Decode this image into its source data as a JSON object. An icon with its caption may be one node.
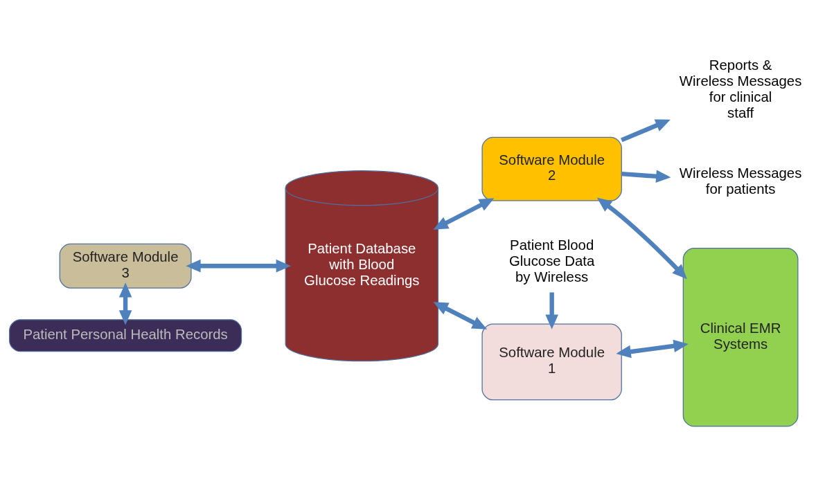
{
  "diagram": {
    "nodes": [
      {
        "text": [
          "Software Module 3"
        ]
      },
      {
        "text": [
          "Patient Personal Health Records"
        ]
      },
      {
        "text": [
          "Patient Database with Blood Glucose Readings"
        ]
      },
      {
        "text": [
          "Patient Blood Glucose Data by Wireless"
        ]
      },
      {
        "text": [
          "Software Module 1"
        ]
      },
      {
        "text": [
          "Software Module 2"
        ]
      },
      {
        "text": [
          "Clinical EMR Systems"
        ]
      },
      {
        "text": [
          "Wireless Messages for patients"
        ]
      },
      {
        "text": [
          "Reports & Wireless Messages for clinical staff"
        ]
      }
    ],
    "edges": [
      {
        "from": 0,
        "to": 2,
        "arrow": "both"
      },
      {
        "from": 0,
        "to": 1,
        "arrow": "both"
      },
      {
        "from": 2,
        "to": 4,
        "arrow": "both"
      },
      {
        "from": 2,
        "to": 5,
        "arrow": "both"
      },
      {
        "from": 3,
        "to": 4,
        "arrow": "to"
      },
      {
        "from": 4,
        "to": 6,
        "arrow": "both"
      },
      {
        "from": 5,
        "to": 6,
        "arrow": "both"
      },
      {
        "from": 5,
        "to": 7,
        "arrow": "to"
      },
      {
        "from": 5,
        "to": 8,
        "arrow": "to"
      }
    ]
  }
}
